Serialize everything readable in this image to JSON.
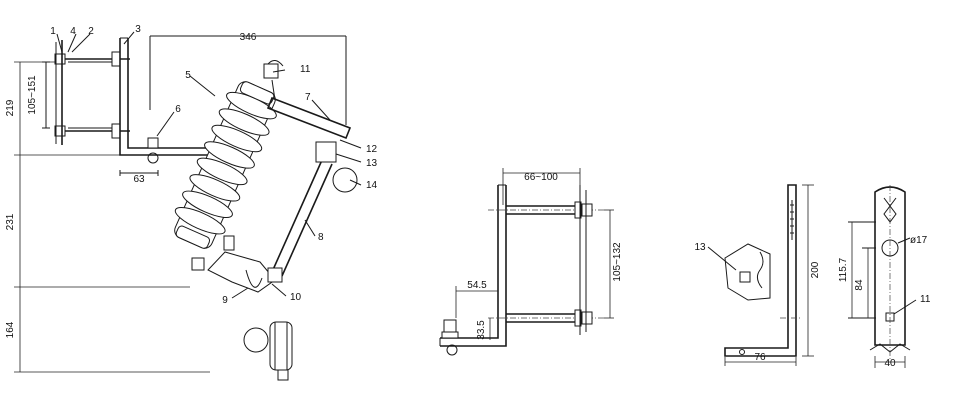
{
  "callouts": {
    "c1": "1",
    "c4": "4",
    "c2": "2",
    "c3": "3",
    "c5": "5",
    "c6": "6",
    "c7": "7",
    "c8": "8",
    "c9": "9",
    "c10": "10",
    "c11": "11",
    "c12": "12",
    "c13": "13",
    "c14": "14",
    "c13b": "13",
    "c11b": "11"
  },
  "dimensions": {
    "overall_width": "346",
    "clamp_span": "105~151",
    "upper_height": "219",
    "middle_height": "231",
    "lower_height": "164",
    "offset": "63",
    "bracket_span": "66~100",
    "bracket_height": "105~132",
    "foot_width": "54.5",
    "foot_height": "33.5",
    "plate_height": "200",
    "plate_width": "76",
    "hole_dia": "ø17",
    "strip_span1": "115.7",
    "strip_span2": "84",
    "strip_width": "40"
  }
}
